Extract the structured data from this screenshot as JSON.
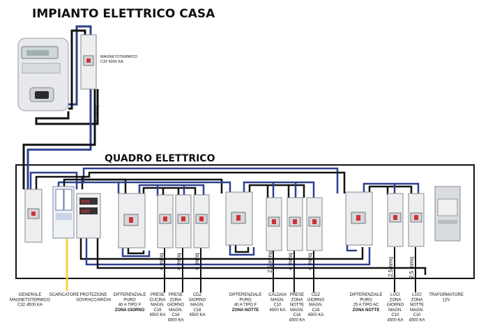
{
  "header": {
    "title": "IMPIANTO ELETTRICO CASA"
  },
  "panel": {
    "title": "QUADRO ELETTRICO"
  },
  "meter": {
    "breaker_label_1": "MAGNETOTERMICO",
    "breaker_label_2": "C32 6000 KA",
    "cable": "6 mmq"
  },
  "labels": [
    {
      "lines": [
        "GENERALE",
        "MAGNETOTERMICO",
        "C32 4500 KA"
      ]
    },
    {
      "lines": [
        "SCARICATORE"
      ]
    },
    {
      "lines": [
        "PROTEZIONE",
        "SOVRACCARICHI"
      ]
    },
    {
      "lines": [
        "DIFFERENZIALE",
        "PURO",
        "40 A TIPO F"
      ],
      "bold": "ZONA GIORNO"
    },
    {
      "lines": [
        "PRESE",
        "CUCINA",
        "MAGN.",
        "C16",
        "4500 KA"
      ]
    },
    {
      "lines": [
        "PRESE",
        "ZONA",
        "GIORNO",
        "MAGN.",
        "C16",
        "4500 KA"
      ]
    },
    {
      "lines": [
        "CDZ",
        "GIORNO",
        "MAGN.",
        "C16",
        "4500 KA"
      ]
    },
    {
      "lines": [
        "DIFFERENZIALE",
        "PURO",
        "40 A TIPO F"
      ],
      "bold": "ZONA NOTTE"
    },
    {
      "lines": [
        "CALDAIA",
        "MAGN.",
        "C10",
        "4500 KA"
      ]
    },
    {
      "lines": [
        "PRESE",
        "ZONA",
        "NOTTE",
        "MAGN.",
        "C16",
        "4500 KA"
      ]
    },
    {
      "lines": [
        "CDZ",
        "GIORNO",
        "MAGN.",
        "C16",
        "4500 KA"
      ]
    },
    {
      "lines": [
        "DIFFERENZIALE",
        "PURO",
        "25 A TIPO AC"
      ],
      "bold": "ZONA NOTTE"
    },
    {
      "lines": [
        "LUCI",
        "ZONA",
        "GIORNO",
        "MAGN.",
        "C10",
        "4500 KA"
      ]
    },
    {
      "lines": [
        "LUCI",
        "ZONA",
        "NOTTE",
        "MAGN.",
        "C10",
        "4500 KA"
      ]
    },
    {
      "lines": [
        "TRAFORMATORE",
        "12V"
      ]
    }
  ],
  "wire_sizes": [
    "4 mmq",
    "4 mmq",
    "4 mmq",
    "2,5 mmq",
    "4 mmq",
    "4 mmq",
    "2,5mmq",
    "2,5 mmq"
  ],
  "colors": {
    "blue_wire": "#2e3f8f",
    "black_wire": "#111111",
    "earth_wire": "#f2d544",
    "device_body": "#eceef0"
  }
}
